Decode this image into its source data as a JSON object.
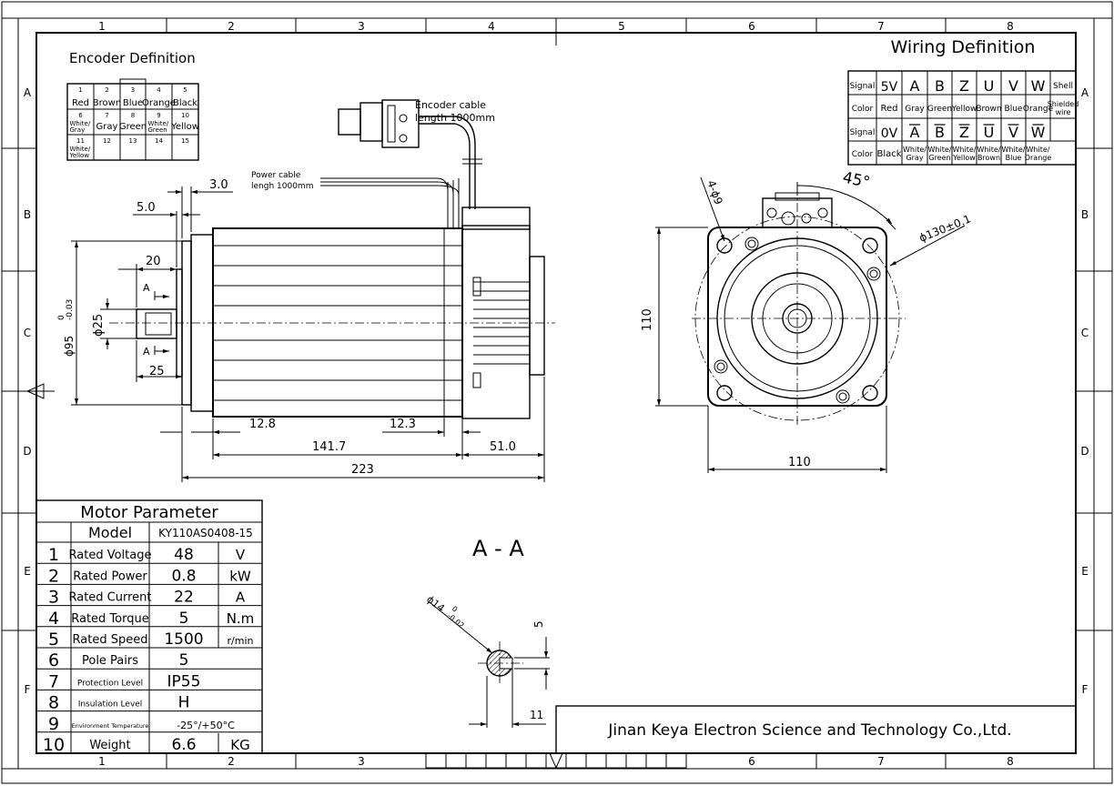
{
  "frame": {
    "col_labels": [
      "1",
      "2",
      "3",
      "4",
      "5",
      "6",
      "7",
      "8"
    ],
    "row_labels": [
      "A",
      "B",
      "C",
      "D",
      "E",
      "F"
    ],
    "bottom_col_labels": [
      "1",
      "2",
      "3",
      "6",
      "7",
      "8"
    ]
  },
  "encoder": {
    "title": "Encoder Definition",
    "cells": [
      [
        "1",
        "2",
        "3",
        "4",
        "5"
      ],
      [
        "Red",
        "Brown",
        "Blue",
        "Orange",
        "Black"
      ],
      [
        "6",
        "7",
        "8",
        "9",
        "10"
      ],
      [
        "White/ Gray",
        "Gray",
        "Green",
        "White/ Green",
        "Yellow"
      ],
      [
        "11",
        "12",
        "13",
        "14",
        "15"
      ],
      [
        "White/ Yellow",
        "",
        "",
        "",
        ""
      ]
    ]
  },
  "wiring": {
    "title": "Wiring Definition",
    "rows": [
      [
        "Signal",
        "5V",
        "A",
        "B",
        "Z",
        "U",
        "V",
        "W",
        "Shell"
      ],
      [
        "Color",
        "Red",
        "Gray",
        "Green",
        "Yellow",
        "Brown",
        "Blue",
        "Orange",
        "Shielded wire"
      ],
      [
        "Signal",
        "0V",
        "A",
        "B",
        "Z",
        "U",
        "V",
        "W",
        ""
      ],
      [
        "Color",
        "Black",
        "White/ Gray",
        "White/ Green",
        "White/ Yellow",
        "White/ Brown",
        "White/ Blue",
        "White/ Orange",
        ""
      ]
    ]
  },
  "side_view": {
    "encoder_cable": "Encoder cable",
    "encoder_cable_len": "length 1000mm",
    "power_cable": "Power cable",
    "power_cable_len": "lengh 1000mm",
    "dim_3_0": "3.0",
    "dim_5_0": "5.0",
    "dim_20": "20",
    "dim_25_shaft": "25",
    "dim_phi25": "ϕ25",
    "dim_phi95": "ϕ95",
    "dim_phi95_tol_upper": "0",
    "dim_phi95_tol_lower": "-0.03",
    "section_a": "A",
    "dim_12_8": "12.8",
    "dim_12_3": "12.3",
    "dim_141_7": "141.7",
    "dim_51_0": "51.0",
    "dim_223": "223"
  },
  "front_view": {
    "dim_45": "45°",
    "dim_holes": "4-ϕ9",
    "dim_pcd": "ϕ130±0.1",
    "dim_110_v": "110",
    "dim_110_h": "110"
  },
  "section_view": {
    "title": "A - A",
    "dim_shaft": "ϕ14",
    "dim_shaft_tol_upper": "0",
    "dim_shaft_tol_lower": "-0.02",
    "dim_5": "5",
    "dim_11": "11"
  },
  "params": {
    "title": "Motor Parameter",
    "model_label": "Model",
    "model_value": "KY110AS0408-15",
    "rows": [
      {
        "no": "1",
        "name": "Rated Voltage",
        "value": "48",
        "unit": "V"
      },
      {
        "no": "2",
        "name": "Rated Power",
        "value": "0.8",
        "unit": "kW"
      },
      {
        "no": "3",
        "name": "Rated Current",
        "value": "22",
        "unit": "A"
      },
      {
        "no": "4",
        "name": "Rated Torque",
        "value": "5",
        "unit": "N.m"
      },
      {
        "no": "5",
        "name": "Rated Speed",
        "value": "1500",
        "unit": "r/min"
      },
      {
        "no": "6",
        "name": "Pole Pairs",
        "value": "5",
        "unit": ""
      },
      {
        "no": "7",
        "name": "Protection Level",
        "value": "IP55",
        "unit": ""
      },
      {
        "no": "8",
        "name": "Insulation Level",
        "value": "H",
        "unit": ""
      },
      {
        "no": "9",
        "name": "Environment Temperature",
        "value": "-25°/+50°C",
        "unit": ""
      },
      {
        "no": "10",
        "name": "Weight",
        "value": "6.6",
        "unit": "KG"
      }
    ]
  },
  "company": "Jinan Keya Electron Science and Technology Co.,Ltd."
}
